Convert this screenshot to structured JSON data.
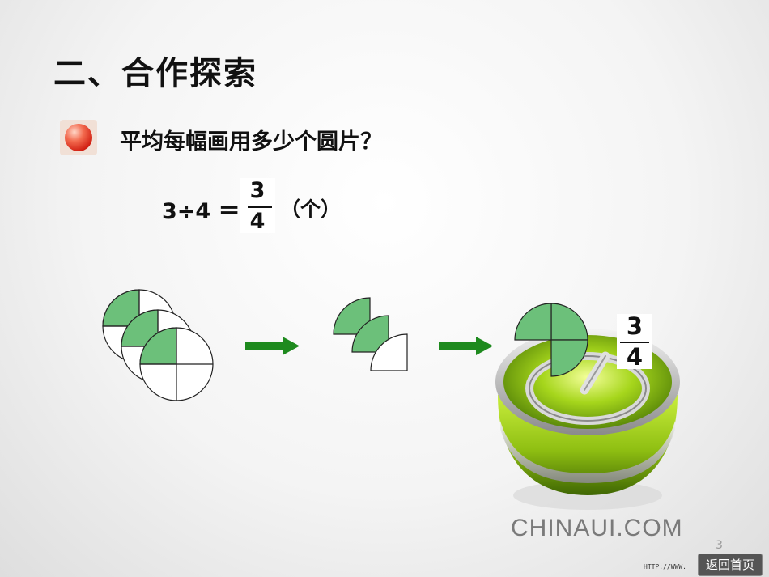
{
  "title": "二、合作探索",
  "question": "平均每幅画用多少个圆片？",
  "equation": {
    "lhs": "3÷4 ＝",
    "numerator": "3",
    "denominator": "4",
    "unit": "（个）"
  },
  "result_fraction": {
    "numerator": "3",
    "denominator": "4"
  },
  "watermark": "CHINAUI.COM",
  "page_number": "3",
  "url_stub": "HTTP://WWW.",
  "home_button_label": "返回首页",
  "colors": {
    "piece_fill": "#6cc07a",
    "arrow": "#1e8a1e",
    "bowl_green": "#9ccc1e"
  }
}
